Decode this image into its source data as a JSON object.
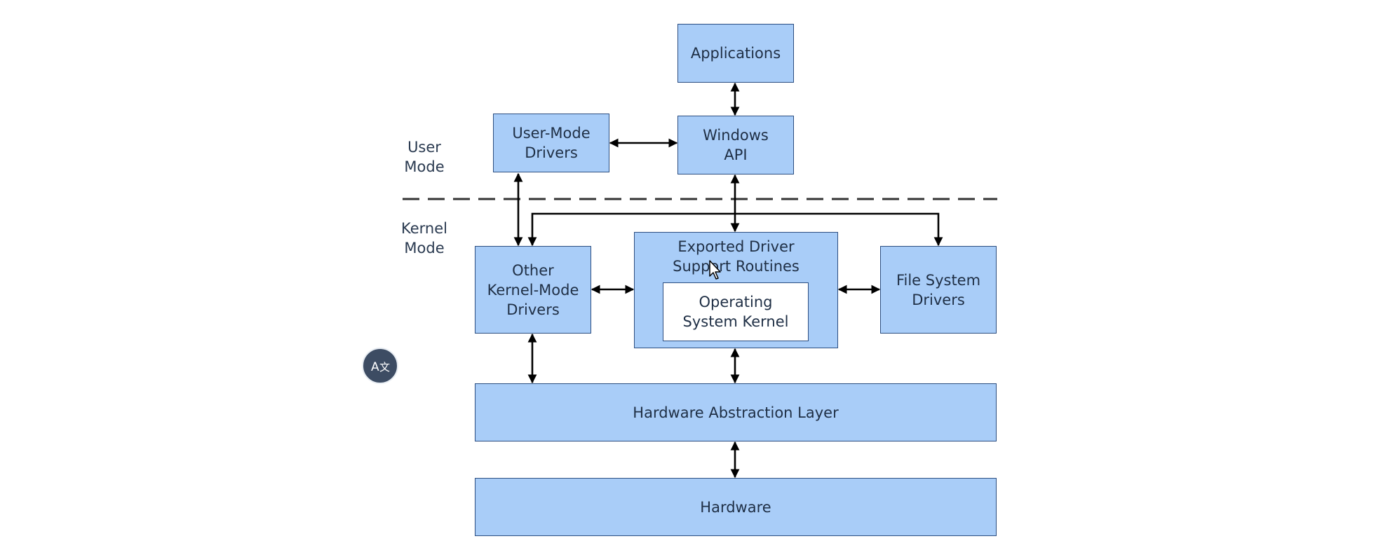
{
  "diagram": {
    "mode_labels": {
      "user": "User\nMode",
      "kernel": "Kernel\nMode"
    },
    "boxes": {
      "applications": "Applications",
      "windows_api": "Windows\nAPI",
      "user_mode_drivers": "User-Mode\nDrivers",
      "other_kernel_mode_drivers": "Other\nKernel-Mode\nDrivers",
      "exported_driver_support_routines": "Exported Driver\nSupport Routines",
      "operating_system_kernel": "Operating\nSystem Kernel",
      "file_system_drivers": "File System\nDrivers",
      "hardware_abstraction_layer": "Hardware Abstraction Layer",
      "hardware": "Hardware"
    },
    "colors": {
      "box_fill": "#a9cdf8",
      "box_border": "#2b4d80",
      "inner_box_fill": "#ffffff",
      "connector": "#000000"
    }
  },
  "overlay": {
    "translate_badge_icon": "translate-icon",
    "cursor_icon": "mouse-pointer-icon"
  }
}
